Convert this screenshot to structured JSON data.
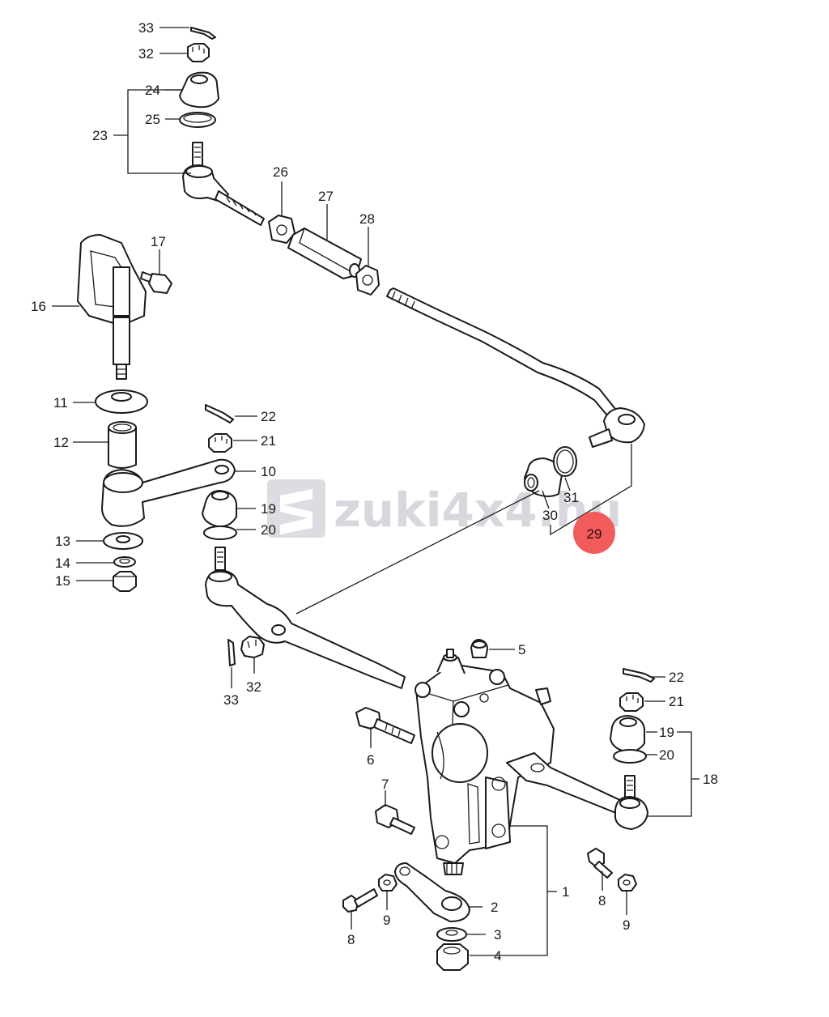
{
  "watermark": {
    "text": "zuki4x4.hu"
  },
  "highlight": {
    "label": "29",
    "color": "#f25b5b"
  },
  "callouts": [
    {
      "id": "c33a",
      "label": "33"
    },
    {
      "id": "c32a",
      "label": "32"
    },
    {
      "id": "c24",
      "label": "24"
    },
    {
      "id": "c25",
      "label": "25"
    },
    {
      "id": "c23",
      "label": "23"
    },
    {
      "id": "c26",
      "label": "26"
    },
    {
      "id": "c27",
      "label": "27"
    },
    {
      "id": "c28",
      "label": "28"
    },
    {
      "id": "c17",
      "label": "17"
    },
    {
      "id": "c16",
      "label": "16"
    },
    {
      "id": "c11",
      "label": "11"
    },
    {
      "id": "c12",
      "label": "12"
    },
    {
      "id": "c22a",
      "label": "22"
    },
    {
      "id": "c21a",
      "label": "21"
    },
    {
      "id": "c10",
      "label": "10"
    },
    {
      "id": "c19a",
      "label": "19"
    },
    {
      "id": "c20a",
      "label": "20"
    },
    {
      "id": "c13",
      "label": "13"
    },
    {
      "id": "c14",
      "label": "14"
    },
    {
      "id": "c15",
      "label": "15"
    },
    {
      "id": "c31",
      "label": "31"
    },
    {
      "id": "c30",
      "label": "30"
    },
    {
      "id": "c5",
      "label": "5"
    },
    {
      "id": "c33b",
      "label": "33"
    },
    {
      "id": "c32b",
      "label": "32"
    },
    {
      "id": "c22b",
      "label": "22"
    },
    {
      "id": "c21b",
      "label": "21"
    },
    {
      "id": "c19b",
      "label": "19"
    },
    {
      "id": "c20b",
      "label": "20"
    },
    {
      "id": "c18",
      "label": "18"
    },
    {
      "id": "c6",
      "label": "6"
    },
    {
      "id": "c7",
      "label": "7"
    },
    {
      "id": "c1",
      "label": "1"
    },
    {
      "id": "c2",
      "label": "2"
    },
    {
      "id": "c3",
      "label": "3"
    },
    {
      "id": "c4",
      "label": "4"
    },
    {
      "id": "c8a",
      "label": "8"
    },
    {
      "id": "c9a",
      "label": "9"
    },
    {
      "id": "c8b",
      "label": "8"
    },
    {
      "id": "c9b",
      "label": "9"
    }
  ]
}
